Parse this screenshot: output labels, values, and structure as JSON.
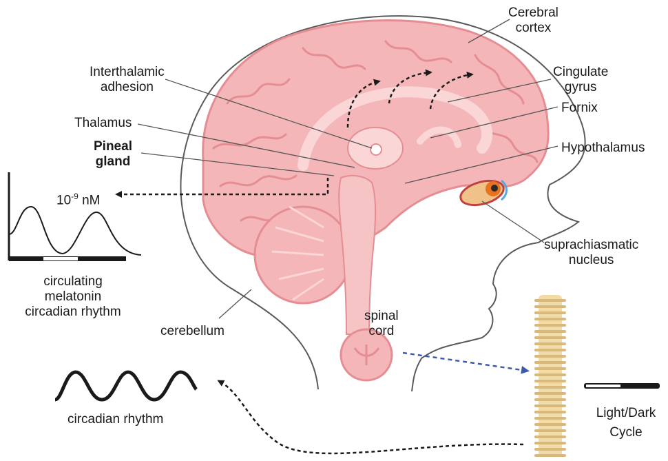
{
  "labels": {
    "cerebral_cortex": [
      "Cerebral",
      "cortex"
    ],
    "interthalamic_adhesion": [
      "Interthalamic",
      "adhesion"
    ],
    "cingulate_gyrus": [
      "Cingulate",
      "gyrus"
    ],
    "fornix": "Fornix",
    "thalamus": "Thalamus",
    "pineal_gland": [
      "Pineal",
      "gland"
    ],
    "hypothalamus": "Hypothalamus",
    "concentration": "10-9 nM",
    "concentration_base": "10",
    "concentration_exp": "-9",
    "concentration_unit": " nM",
    "suprachiasmatic_nucleus": [
      "suprachiasmatic",
      "nucleus"
    ],
    "melatonin_rhythm": [
      "circulating",
      "melatonin",
      "circadian rhythm"
    ],
    "cerebellum": "cerebellum",
    "spinal_cord": [
      "spinal",
      "cord"
    ],
    "circadian_rhythm": "circadian rhythm",
    "light_dark": [
      "Light/Dark",
      "Cycle"
    ]
  },
  "colors": {
    "brain_pink": "#f4b6b8",
    "brain_dark": "#e48d92",
    "brain_light": "#fbd6d6",
    "outline": "#5a5a5a",
    "spine": "#f1dba8",
    "dashed_arrow": "#1a1a1a",
    "blue_arrow": "#3b5bab"
  }
}
